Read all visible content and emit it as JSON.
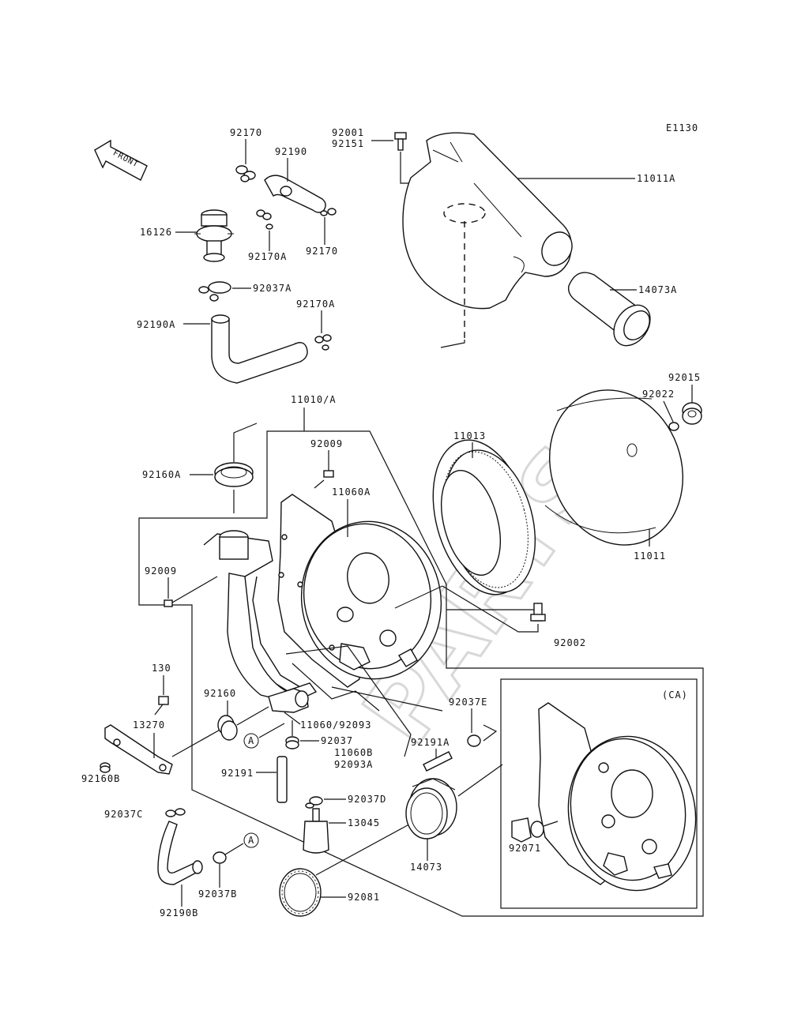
{
  "diagram_code": "E1130",
  "front_arrow": "FRONT",
  "watermark": "PARTS",
  "ca_box_label": "(CA)",
  "callout_marker": "A",
  "labels": {
    "p92170_top": "92170",
    "p92190": "92190",
    "p16126": "16126",
    "p92170A_mid": "92170A",
    "p92170_mid": "92170",
    "p92037A": "92037A",
    "p92170A_low": "92170A",
    "p92190A": "92190A",
    "p92001": "92001",
    "p92151": "92151",
    "p11011A": "11011A",
    "p14073A": "14073A",
    "p92015": "92015",
    "p92022": "92022",
    "p11010A": "11010/A",
    "p92009_top": "92009",
    "p11013": "11013",
    "p92160A": "92160A",
    "p11060A": "11060A",
    "p11011": "11011",
    "p92009_left": "92009",
    "p92002": "92002",
    "p130": "130",
    "p92160": "92160",
    "p11060_92093": "11060/92093",
    "p13270": "13270",
    "p92037": "92037",
    "p92037E": "92037E",
    "p11060B": "11060B",
    "p92093A": "92093A",
    "p92191A": "92191A",
    "p92191": "92191",
    "p92160B": "92160B",
    "p92037C": "92037C",
    "p92037D": "92037D",
    "p13045": "13045",
    "p14073": "14073",
    "p92071": "92071",
    "p92037B": "92037B",
    "p92081": "92081",
    "p92190B": "92190B"
  }
}
